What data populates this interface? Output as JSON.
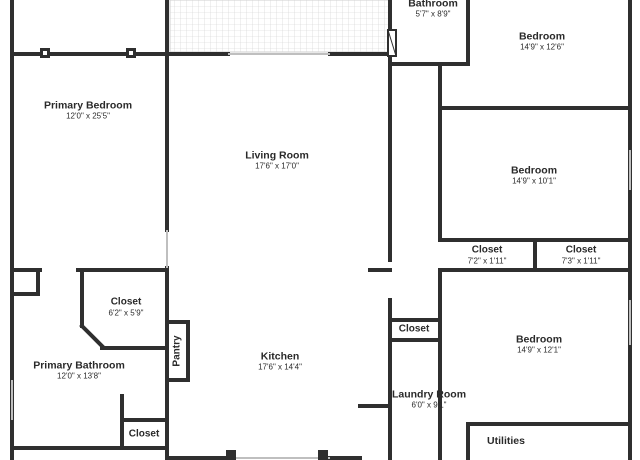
{
  "rooms": {
    "bathroom_top": {
      "name": "Bathroom",
      "dims": "5'7\" x 8'9\""
    },
    "bedroom_top": {
      "name": "Bedroom",
      "dims": "14'9\" x 12'6\""
    },
    "primary_bedroom": {
      "name": "Primary Bedroom",
      "dims": "12'0\" x 25'5\""
    },
    "living_room": {
      "name": "Living Room",
      "dims": "17'6\" x 17'0\""
    },
    "bedroom_mid": {
      "name": "Bedroom",
      "dims": "14'9\" x 10'1\""
    },
    "closet_a": {
      "name": "Closet",
      "dims": "7'2\" x 1'11\""
    },
    "closet_b": {
      "name": "Closet",
      "dims": "7'3\" x 1'11\""
    },
    "closet_primary": {
      "name": "Closet",
      "dims": "6'2\" x 5'9\""
    },
    "primary_bathroom": {
      "name": "Primary Bathroom",
      "dims": "12'0\" x 13'8\""
    },
    "pantry": {
      "name": "Pantry"
    },
    "kitchen": {
      "name": "Kitchen",
      "dims": "17'6\" x 14'4\""
    },
    "closet_hall": {
      "name": "Closet"
    },
    "bedroom_bottom": {
      "name": "Bedroom",
      "dims": "14'9\" x 12'1\""
    },
    "laundry_room": {
      "name": "Laundry Room",
      "dims": "6'0\" x 9'1\""
    },
    "closet_bottom": {
      "name": "Closet"
    },
    "utilities": {
      "name": "Utilities"
    }
  },
  "colors": {
    "wall": "#2f2f2f",
    "window": "#bfbfbf",
    "patio": "#e6e6e6"
  },
  "icons": {
    "patio": "patio-grid-icon",
    "column": "column-post-icon"
  }
}
